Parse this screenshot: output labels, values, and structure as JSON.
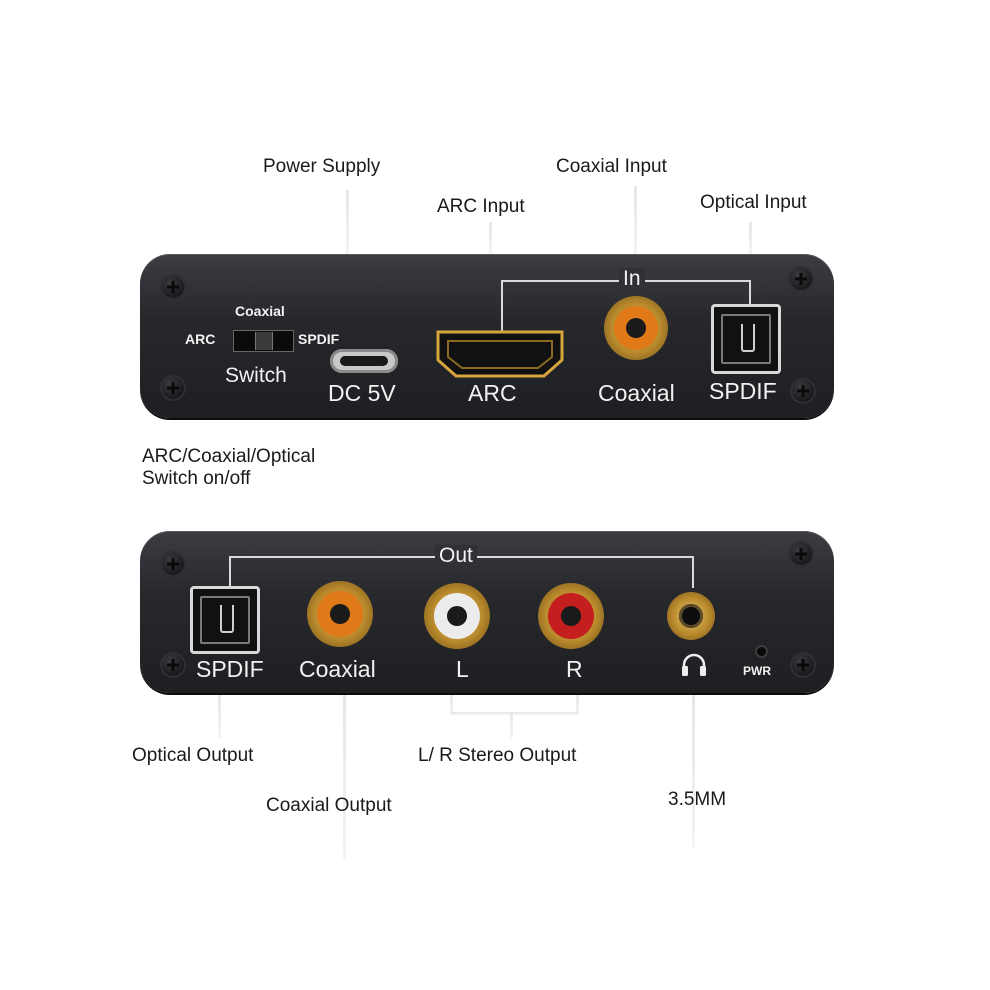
{
  "callouts": {
    "power_supply": "Power Supply",
    "coaxial_input": "Coaxial Input",
    "arc_input": "ARC Input",
    "optical_input": "Optical Input",
    "switch_desc_line1": "ARC/Coaxial/Optical",
    "switch_desc_line2": "Switch on/off",
    "optical_output": "Optical Output",
    "lr_stereo_output": "L/ R Stereo Output",
    "coaxial_output": "Coaxial Output",
    "jack_35mm": "3.5MM"
  },
  "top_panel": {
    "group_label": "In",
    "switch_label": "Switch",
    "switch_option_left": "ARC",
    "switch_option_top": "Coaxial",
    "switch_option_right": "SPDIF",
    "dc_label": "DC 5V",
    "arc_label": "ARC",
    "coaxial_label": "Coaxial",
    "spdif_label": "SPDIF"
  },
  "bottom_panel": {
    "group_label": "Out",
    "spdif_label": "SPDIF",
    "coaxial_label": "Coaxial",
    "left_label": "L",
    "right_label": "R",
    "pwr_label": "PWR"
  },
  "colors": {
    "panel": "#26282c",
    "gold": "#c99a3a",
    "coaxial_ring": "#e07a18",
    "left_ring": "#e8e8e8",
    "right_ring": "#c41e1e"
  }
}
